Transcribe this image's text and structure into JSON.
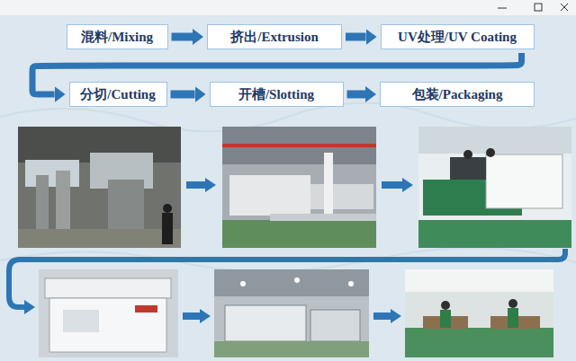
{
  "diagram": {
    "nodes": [
      {
        "text": [
          "混料/Mixing"
        ]
      },
      {
        "text": [
          "挤出/Extrusion"
        ]
      },
      {
        "text": [
          "UV处理/UV Coating"
        ]
      },
      {
        "text": [
          "分切/Cutting"
        ]
      },
      {
        "text": [
          "开槽/Slotting"
        ]
      },
      {
        "text": [
          "包装/Packaging"
        ]
      }
    ],
    "edges": [
      {
        "from": 0,
        "to": 1,
        "arrow": "to"
      },
      {
        "from": 1,
        "to": 2,
        "arrow": "to"
      },
      {
        "from": 2,
        "to": 3,
        "arrow": "to"
      },
      {
        "from": 3,
        "to": 4,
        "arrow": "to"
      },
      {
        "from": 4,
        "to": 5,
        "arrow": "to"
      }
    ]
  }
}
